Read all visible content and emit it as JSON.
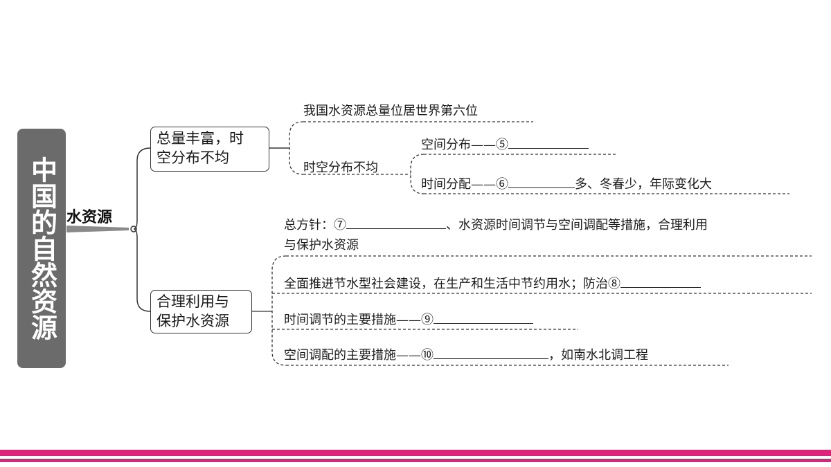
{
  "title": "中国的自然资源",
  "topic": "水资源",
  "branch1": {
    "box": [
      "总量丰富，时",
      "空分布不均"
    ],
    "item1": "我国水资源总量位居世界第六位",
    "item2": "时空分布不均",
    "sub1_label": "空间分布——⑤",
    "sub2_label": "时间分配——⑥",
    "sub2_suffix": "多、冬春少，年际变化大"
  },
  "policy": {
    "prefix": "总方针：⑦",
    "suffix": "、水资源时间调节与空间调配等措施，合理利用",
    "line2": "与保护水资源"
  },
  "branch2": {
    "box": [
      "合理利用与",
      "保护水资源"
    ],
    "item1": "全面推进节水型社会建设，在生产和生活中节约用水；防治⑧",
    "item2": "时间调节的主要措施——⑨",
    "item3_prefix": "空间调配的主要措施——⑩",
    "item3_suffix": "，如南水北调工程"
  },
  "colors": {
    "accent": "#e0217b",
    "title_bg": "#6b6b6b"
  }
}
